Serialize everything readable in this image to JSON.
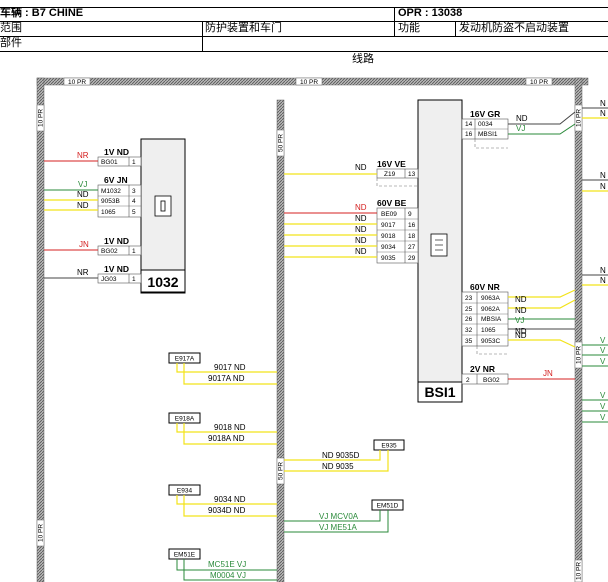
{
  "header": {
    "vehicle": "车辆 : B7 CHINE",
    "opr": "OPR : 13038",
    "scope_label": "范围",
    "scope_value": "防护装置和车门",
    "function_label": "功能",
    "function_value": "发动机防盗不启动装置",
    "part_label": "部件",
    "section_title": "线路"
  },
  "diagram": {
    "harness_labels": [
      "10 PR",
      "10 PR",
      "10 PR",
      "10 PR",
      "10 PR",
      "10 PR",
      "10 PR",
      "10 PR",
      "50 PR",
      "50 PR"
    ],
    "c1032": {
      "name": "1032",
      "connectors": [
        {
          "id": "1V ND",
          "wires": [
            {
              "color": "NR",
              "code": "BG01",
              "pin": "1"
            }
          ]
        },
        {
          "id": "6V JN",
          "wires": [
            {
              "color": "VJ",
              "code": "M1032",
              "pin": "3"
            },
            {
              "color": "ND",
              "code": "9053B",
              "pin": "4"
            },
            {
              "color": "ND",
              "code": "1065",
              "pin": "5"
            }
          ]
        },
        {
          "id": "1V ND",
          "wires": [
            {
              "color": "JN",
              "code": "BG02",
              "pin": "1"
            }
          ]
        },
        {
          "id": "1V ND",
          "wires": [
            {
              "color": "NR",
              "code": "JG03",
              "pin": "1"
            }
          ]
        }
      ]
    },
    "bsi1": {
      "name": "BSI1",
      "connectors": [
        {
          "id": "16V GR",
          "wires": [
            {
              "color": "ND",
              "code": "0034",
              "pin": "14"
            },
            {
              "color": "VJ",
              "code": "MBSI1",
              "pin": "16"
            }
          ]
        },
        {
          "id": "16V VE",
          "wires": [
            {
              "color": "ND",
              "code": "Z19",
              "pin": "13"
            }
          ]
        },
        {
          "id": "60V BE",
          "wires": [
            {
              "color": "ND",
              "code": "BE09",
              "pin": "9"
            },
            {
              "color": "ND",
              "code": "9017",
              "pin": "16"
            },
            {
              "color": "ND",
              "code": "9018",
              "pin": "18"
            },
            {
              "color": "ND",
              "code": "9034",
              "pin": "27"
            },
            {
              "color": "ND",
              "code": "9035",
              "pin": "29"
            }
          ]
        },
        {
          "id": "60V NR",
          "wires": [
            {
              "color": "ND",
              "code": "9063A",
              "pin": "23"
            },
            {
              "color": "ND",
              "code": "9062A",
              "pin": "25"
            },
            {
              "color": "VJ",
              "code": "MBSIA",
              "pin": "26"
            },
            {
              "color": "ND",
              "code": "1065",
              "pin": "32"
            },
            {
              "color": "ND",
              "code": "9053C",
              "pin": "35"
            }
          ]
        },
        {
          "id": "2V NR",
          "wires": [
            {
              "color": "JN",
              "code": "BG02",
              "pin": "2"
            }
          ]
        }
      ]
    },
    "splices": [
      {
        "name": "E917A",
        "lines": [
          "9017 ND",
          "9017A ND"
        ]
      },
      {
        "name": "E918A",
        "lines": [
          "9018 ND",
          "9018A ND"
        ]
      },
      {
        "name": "E934",
        "lines": [
          "9034 ND",
          "9034D ND"
        ]
      },
      {
        "name": "E935",
        "lines": [
          "ND 9035D",
          "ND 9035"
        ]
      },
      {
        "name": "EM51D",
        "lines": [
          "VJ MCV0A",
          "VJ ME51A"
        ]
      },
      {
        "name": "EM51E",
        "lines": [
          "MC51E VJ",
          "M0004 VJ"
        ]
      }
    ],
    "right_edge_labels": [
      "N",
      "N",
      "N",
      "N",
      "N",
      "N",
      "V",
      "V",
      "V",
      "V",
      "V",
      "V"
    ],
    "colors": {
      "yellow": "#f2e31a",
      "red": "#d42020",
      "green": "#2a8a3a",
      "harness": "#8a8a8a",
      "grey": "#999999"
    }
  }
}
